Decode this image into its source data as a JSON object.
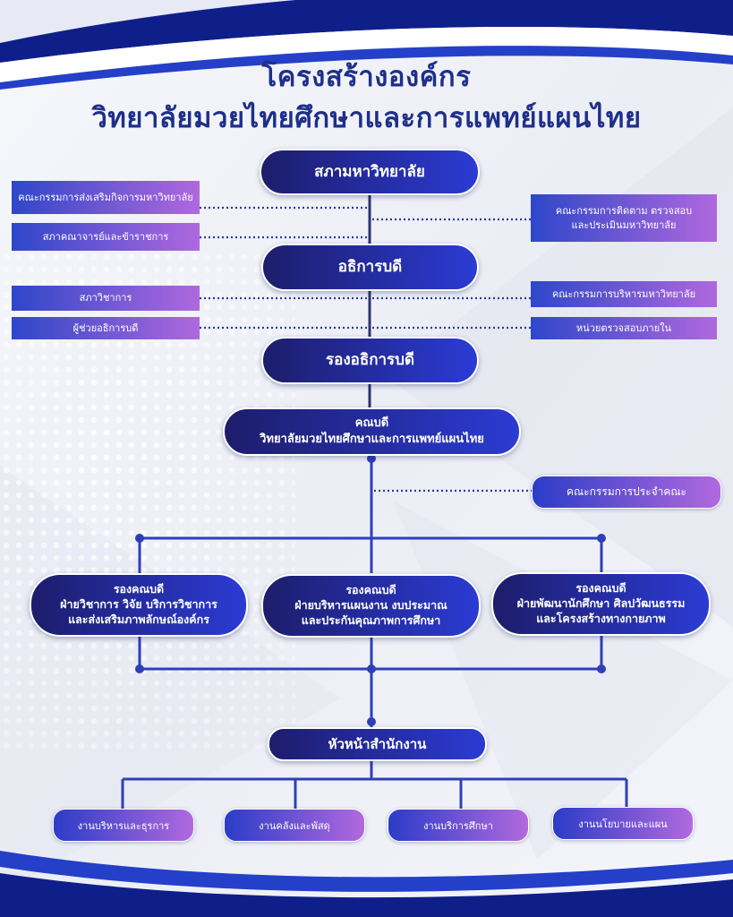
{
  "title": {
    "line1": "โครงสร้างองค์กร",
    "line2": "วิทยาลัยมวยไทยศึกษาและการแพทย์แผนไทย"
  },
  "nodes": {
    "university_council": "สภามหาวิทยาลัย",
    "president": "อธิการบดี",
    "vice_president": "รองอธิการบดี",
    "dean_line1": "คณบดี",
    "dean_line2": "วิทยาลัยมวยไทยศึกษาและการแพทย์แผนไทย",
    "head_of_office": "หัวหน้าสำนักงาน"
  },
  "side_boxes": {
    "promotion_committee": "คณะกรรมการส่งเสริมกิจการมหาวิทยาลัย",
    "faculty_staff_assoc": "สภาคณาจารย์และข้าราชการ",
    "monitoring_line1": "คณะกรรมการติดตาม ตรวจสอบ",
    "monitoring_line2": "และประเมินมหาวิทยาลัย",
    "academic_senate": "สภาวิชาการ",
    "assistant_president": "ผู้ช่วยอธิการบดี",
    "executive_committee": "คณะกรรมการบริหารมหาวิทยาลัย",
    "internal_audit": "หน่วยตรวจสอบภายใน",
    "faculty_committee": "คณะกรรมการประจำคณะ"
  },
  "deputy_deans": [
    {
      "line1": "รองคณบดี",
      "line2": "ฝ่ายวิชาการ วิจัย บริการวิชาการ",
      "line3": "และส่งเสริมภาพลักษณ์องค์กร"
    },
    {
      "line1": "รองคณบดี",
      "line2": "ฝ่ายบริหารแผนงาน งบประมาณ",
      "line3": "และประกันคุณภาพการศึกษา"
    },
    {
      "line1": "รองคณบดี",
      "line2": "ฝ่ายพัฒนานักศึกษา ศิลปวัฒนธรรม",
      "line3": "และโครงสร้างทางกายภาพ"
    }
  ],
  "units": [
    "งานบริหารและธุรการ",
    "งานคลังและพัสดุ",
    "งานบริการศึกษา",
    "งานนโยบายและแผน"
  ],
  "colors": {
    "title": "#1e2f8a",
    "band": "#1a2ea8",
    "node_gradient_start": "#1d1d6b",
    "node_gradient_end": "#2b3bd4",
    "box_gradient_start": "#2e47c9",
    "box_gradient_end": "#b068de",
    "connector": "#2a3270",
    "dotted": "#2a3aa8"
  }
}
